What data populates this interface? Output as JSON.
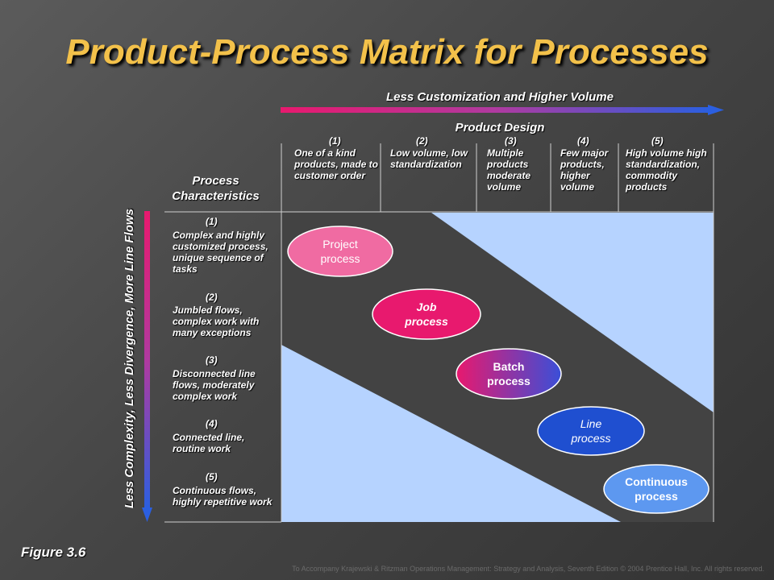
{
  "title": "Product-Process Matrix for Processes",
  "top_axis_label": "Less Customization and Higher Volume",
  "product_design_label": "Product Design",
  "columns": [
    {
      "num": "(1)",
      "text": "One of a kind products, made to customer order"
    },
    {
      "num": "(2)",
      "text": "Low volume, low standardization"
    },
    {
      "num": "(3)",
      "text": "Multiple products moderate volume"
    },
    {
      "num": "(4)",
      "text": "Few major products, higher volume"
    },
    {
      "num": "(5)",
      "text": "High volume high standardization, commodity products"
    }
  ],
  "process_characteristics_label": "Process Characteristics",
  "side_axis_label": "Less Complexity, Less Divergence, More Line Flows",
  "rows": [
    {
      "num": "(1)",
      "text": "Complex and highly customized process, unique sequence of tasks"
    },
    {
      "num": "(2)",
      "text": "Jumbled flows, complex work with many exceptions"
    },
    {
      "num": "(3)",
      "text": "Disconnected line flows, moderately complex work"
    },
    {
      "num": "(4)",
      "text": "Connected line, routine work"
    },
    {
      "num": "(5)",
      "text": "Continuous flows, highly repetitive work"
    }
  ],
  "processes": [
    {
      "line1": "Project",
      "line2": "process",
      "color": "#f06ba2"
    },
    {
      "line1": "Job",
      "line2": "process",
      "color": "#e8196e"
    },
    {
      "line1": "Batch",
      "line2": "process",
      "color": "#8a3fa8"
    },
    {
      "line1": "Line",
      "line2": "process",
      "color": "#1f4fd0"
    },
    {
      "line1": "Continuous",
      "line2": "process",
      "color": "#5d98f0"
    }
  ],
  "figure_label": "Figure 3.6",
  "footer": "To Accompany Krajewski & Ritzman Operations Management: Strategy and Analysis, Seventh Edition © 2004 Prentice Hall, Inc. All rights reserved.",
  "colors": {
    "title": "#f3c14a",
    "matrix_light": "#b6d3ff",
    "matrix_dark": "#434343",
    "arrow_start": "#e8196e",
    "arrow_end": "#2b5fe0"
  }
}
